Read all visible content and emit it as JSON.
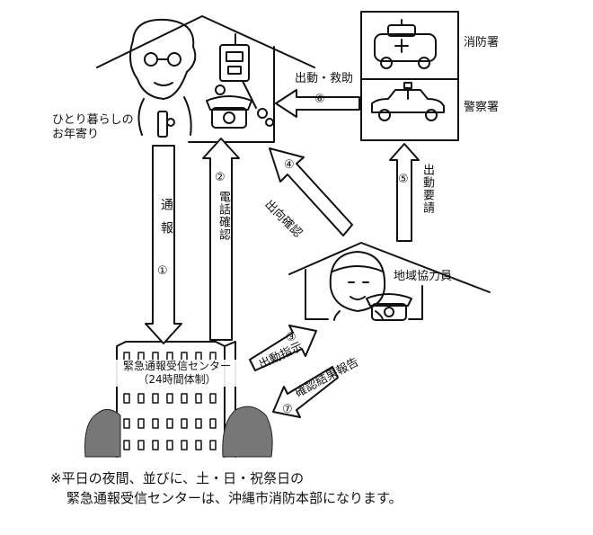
{
  "nodes": {
    "elderly": {
      "line1": "ひとり暮らしの",
      "line2": "お年寄り"
    },
    "fire_station": "消防署",
    "police_station": "警察署",
    "regional_helper": "地域協力員",
    "center": {
      "line1": "緊急通報受信センター",
      "line2": "（24時間体制）"
    }
  },
  "steps": [
    {
      "num": "①",
      "label": "通報"
    },
    {
      "num": "②",
      "label": "電話確認"
    },
    {
      "num": "③",
      "label": "出動指示"
    },
    {
      "num": "④",
      "label": "出向確認"
    },
    {
      "num": "⑤",
      "label": "出動要請"
    },
    {
      "num": "⑥",
      "label": "出動・救助"
    },
    {
      "num": "⑦",
      "label": "確認結果報告"
    }
  ],
  "note": {
    "line1": "※平日の夜間、並びに、土・日・祝祭日の",
    "line2": "緊急通報受信センターは、沖縄市消防本部になります。"
  }
}
